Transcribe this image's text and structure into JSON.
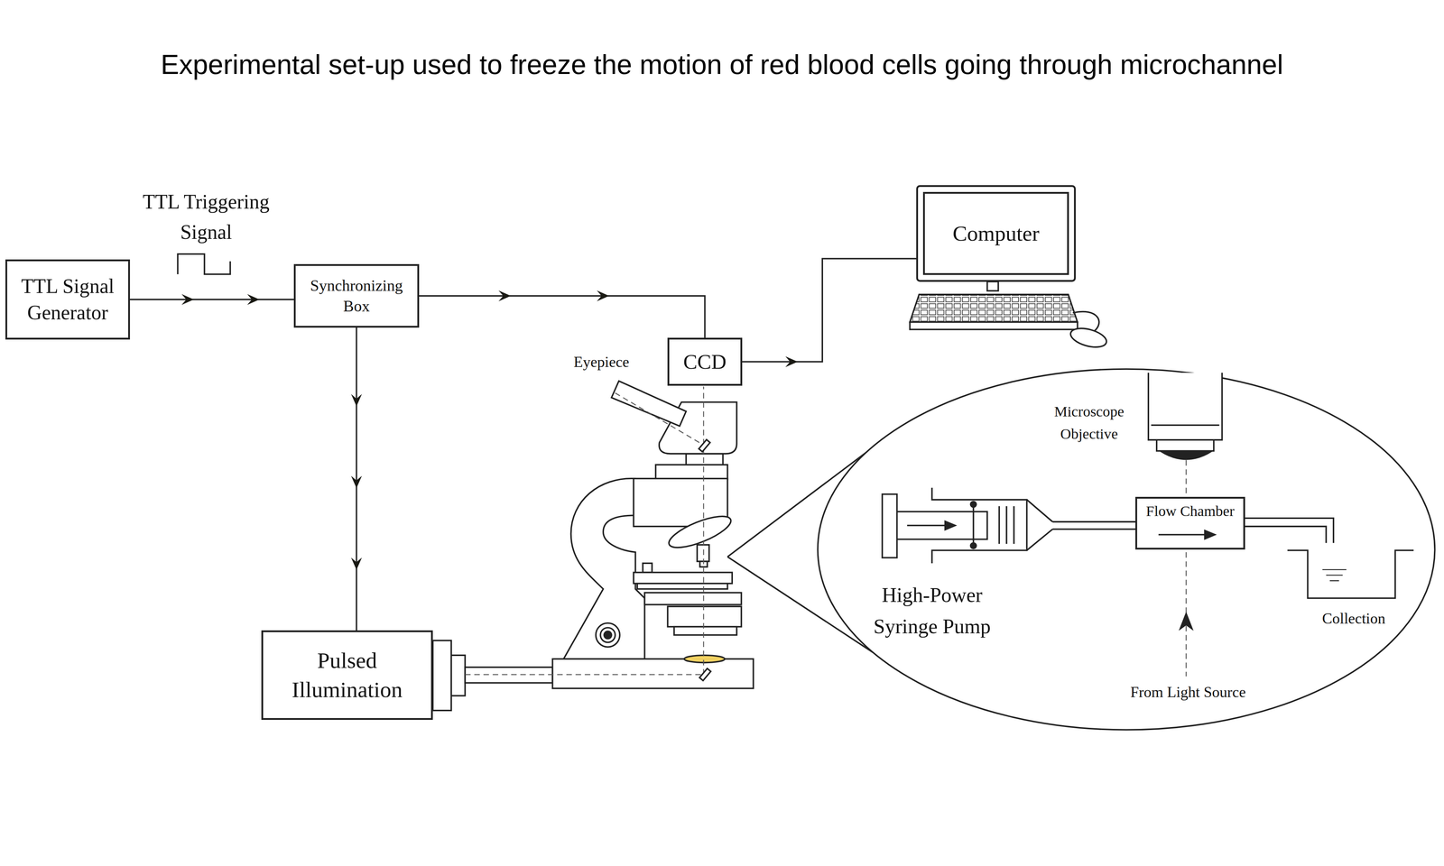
{
  "diagram": {
    "title": "Experimental set-up used to freeze the motion of red blood cells going through microchannel",
    "nodes": [
      {
        "text": [
          "TTL Signal Generator"
        ]
      },
      {
        "text": [
          "Synchronizing Box"
        ]
      },
      {
        "text": [
          "CCD"
        ]
      },
      {
        "text": [
          "Computer"
        ]
      },
      {
        "text": [
          "Pulsed Illumination"
        ]
      },
      {
        "text": [
          "Flow Chamber"
        ]
      }
    ],
    "edges": [
      {
        "from": 0,
        "to": 1,
        "arrow": "to"
      },
      {
        "from": 1,
        "to": 2,
        "arrow": "to"
      },
      {
        "from": 1,
        "to": 4,
        "arrow": "to"
      },
      {
        "from": 2,
        "to": 3,
        "arrow": "to"
      }
    ],
    "labels": [
      "TTL Triggering Signal",
      "Eyepiece",
      "Microscope Objective",
      "High-Power Syringe Pump",
      "Collection",
      "From Light Source"
    ]
  }
}
